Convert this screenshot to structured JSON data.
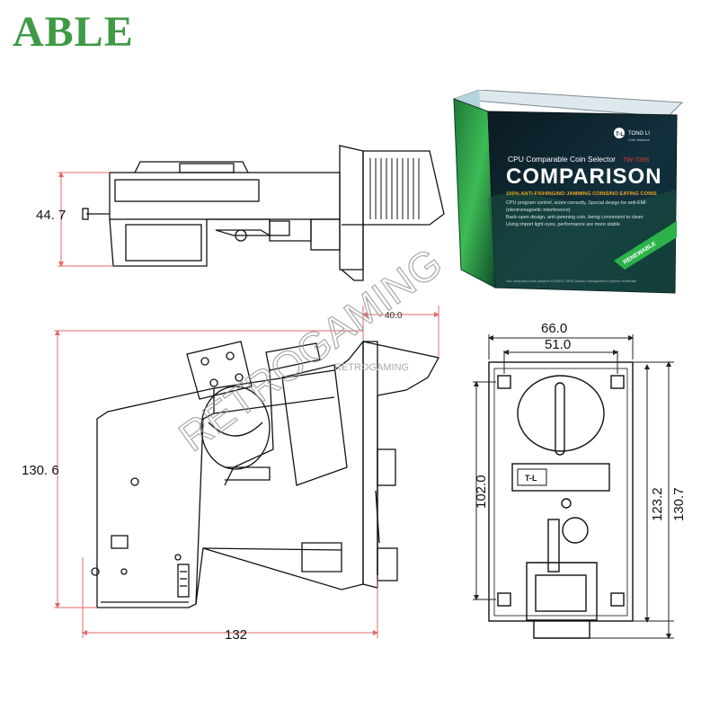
{
  "brand": "ABLE",
  "watermark": {
    "main": "RETROGAMING",
    "small": "RETROGAMING"
  },
  "side_view": {
    "height": "44. 7"
  },
  "main_view": {
    "depth": "40.0",
    "height": "130. 6",
    "width": "132"
  },
  "front_view": {
    "outer_width": "66.0",
    "hole_spacing_x": "51.0",
    "hole_spacing_y": "102.0",
    "height_mid": "123.2",
    "height_total": "130.7",
    "badge": "T-L"
  },
  "product_box": {
    "logo": "T-L",
    "maker": "TONG LI",
    "maker_sub": "Coin Selector",
    "subtitle": "CPU Comparable Coin Selector",
    "subtitle_tag": "TW-738S",
    "title": "COMPARISON",
    "tagline": "100% ANTI-FISHING/NO JAMMING COINS/NO EATING COINS",
    "lines": [
      "CPU program control, score correctly, Special design for anti-EMI",
      "(electromagnetic interference)",
      "Back-open design, anti-jamming coin, being convenient to clean",
      "Using import light eyes, performance are more stable"
    ],
    "ribbon": "RENEWABLE",
    "footer": "Our company have passed ISO9001:2008 Quality Management System certificate"
  },
  "colors": {
    "brand": "#3f9a45",
    "dim_line": "#e06a6a",
    "box_dark": "#0d1f29",
    "box_green": "#2bb34a",
    "tagline": "#e8a521"
  }
}
